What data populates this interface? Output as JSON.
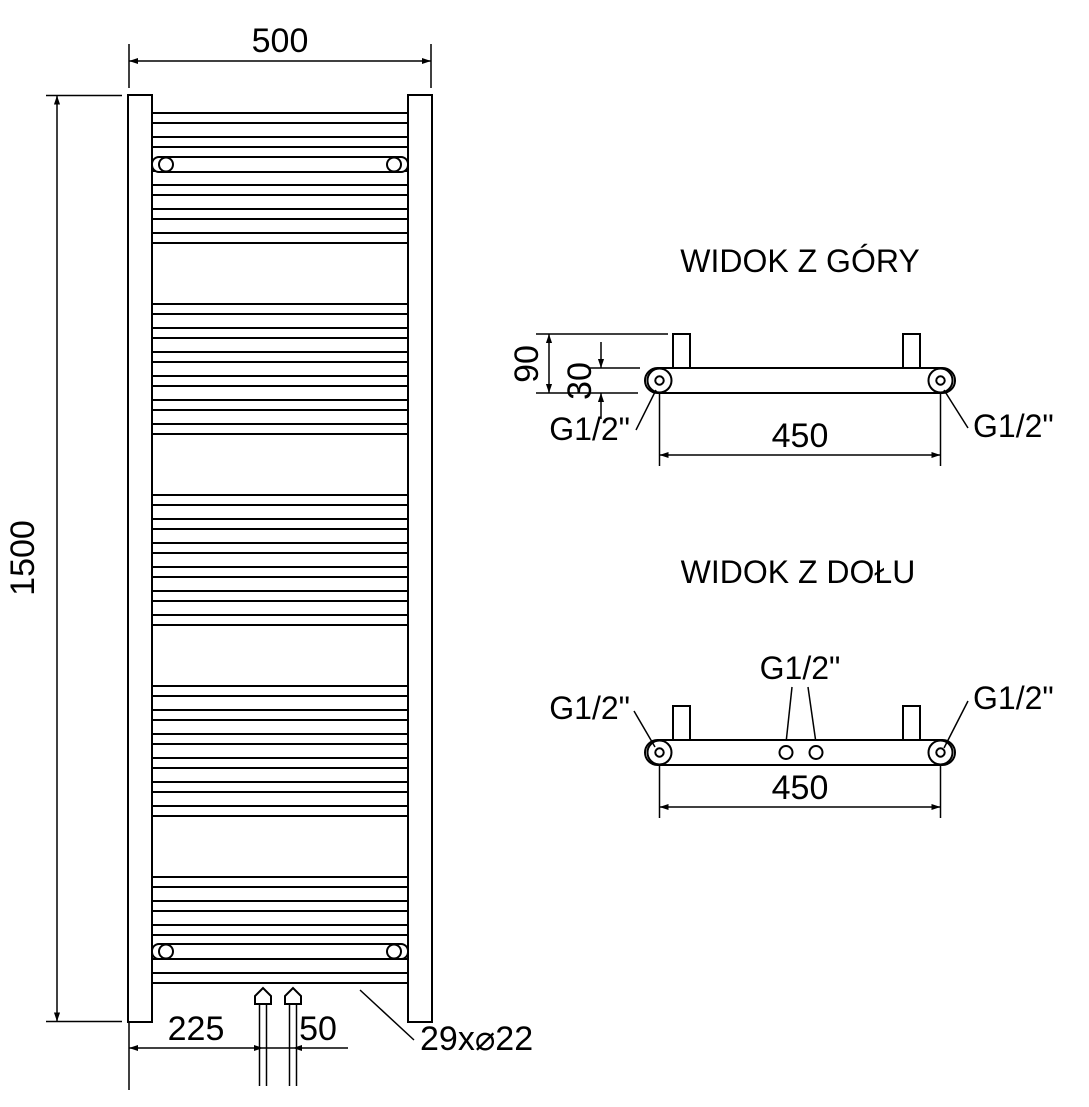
{
  "front_view": {
    "dim_width": "500",
    "dim_height": "1500",
    "dim_bottom_left": "225",
    "dim_bottom_center": "50",
    "tube_spec": "29x⌀22"
  },
  "top_view": {
    "title": "WIDOK Z GÓRY",
    "dim_depth": "90",
    "dim_offset": "30",
    "dim_span": "450",
    "conn_left": "G1/2\"",
    "conn_right": "G1/2\""
  },
  "bottom_view": {
    "title": "WIDOK Z DOŁU",
    "dim_span": "450",
    "conn_left": "G1/2\"",
    "conn_center": "G1/2\"",
    "conn_right": "G1/2\""
  },
  "colors": {
    "line": "#000000",
    "background": "#ffffff"
  }
}
